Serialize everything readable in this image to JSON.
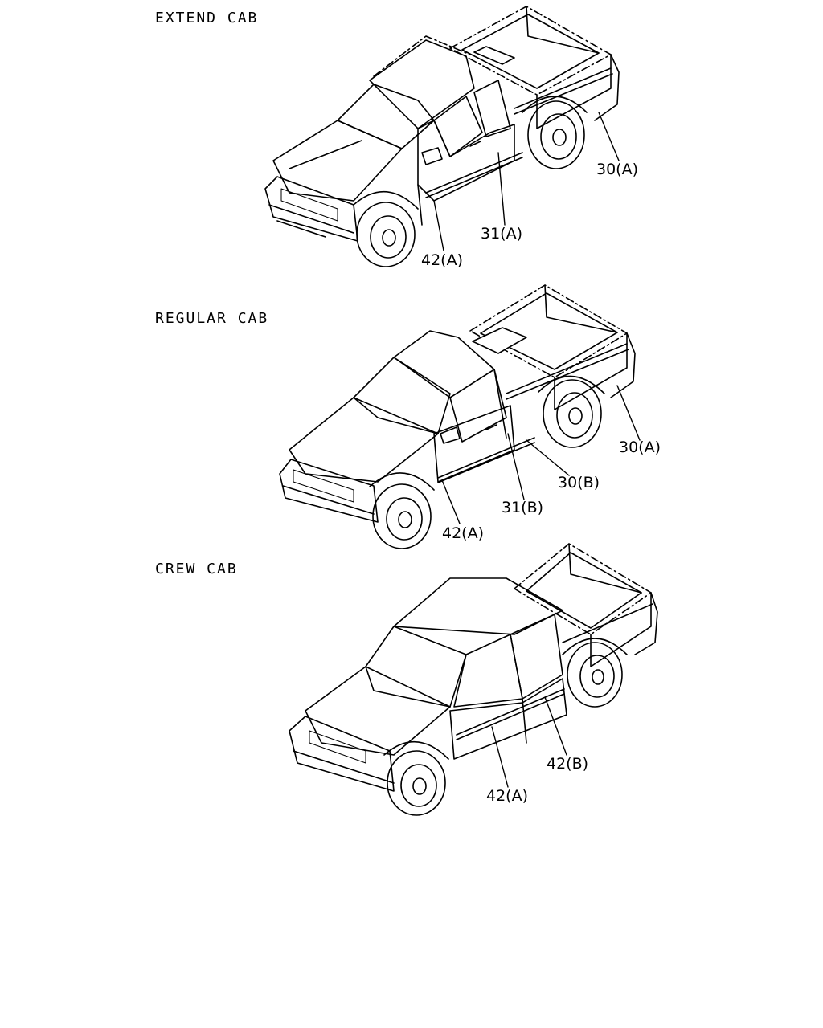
{
  "sections": [
    {
      "heading": "EXTEND CAB",
      "callouts": [
        "30(A)",
        "31(A)",
        "42(A)"
      ]
    },
    {
      "heading": "REGULAR CAB",
      "callouts": [
        "30(A)",
        "30(B)",
        "31(B)",
        "42(A)"
      ]
    },
    {
      "heading": "CREW CAB",
      "callouts": [
        "42(B)",
        "42(A)"
      ]
    }
  ]
}
